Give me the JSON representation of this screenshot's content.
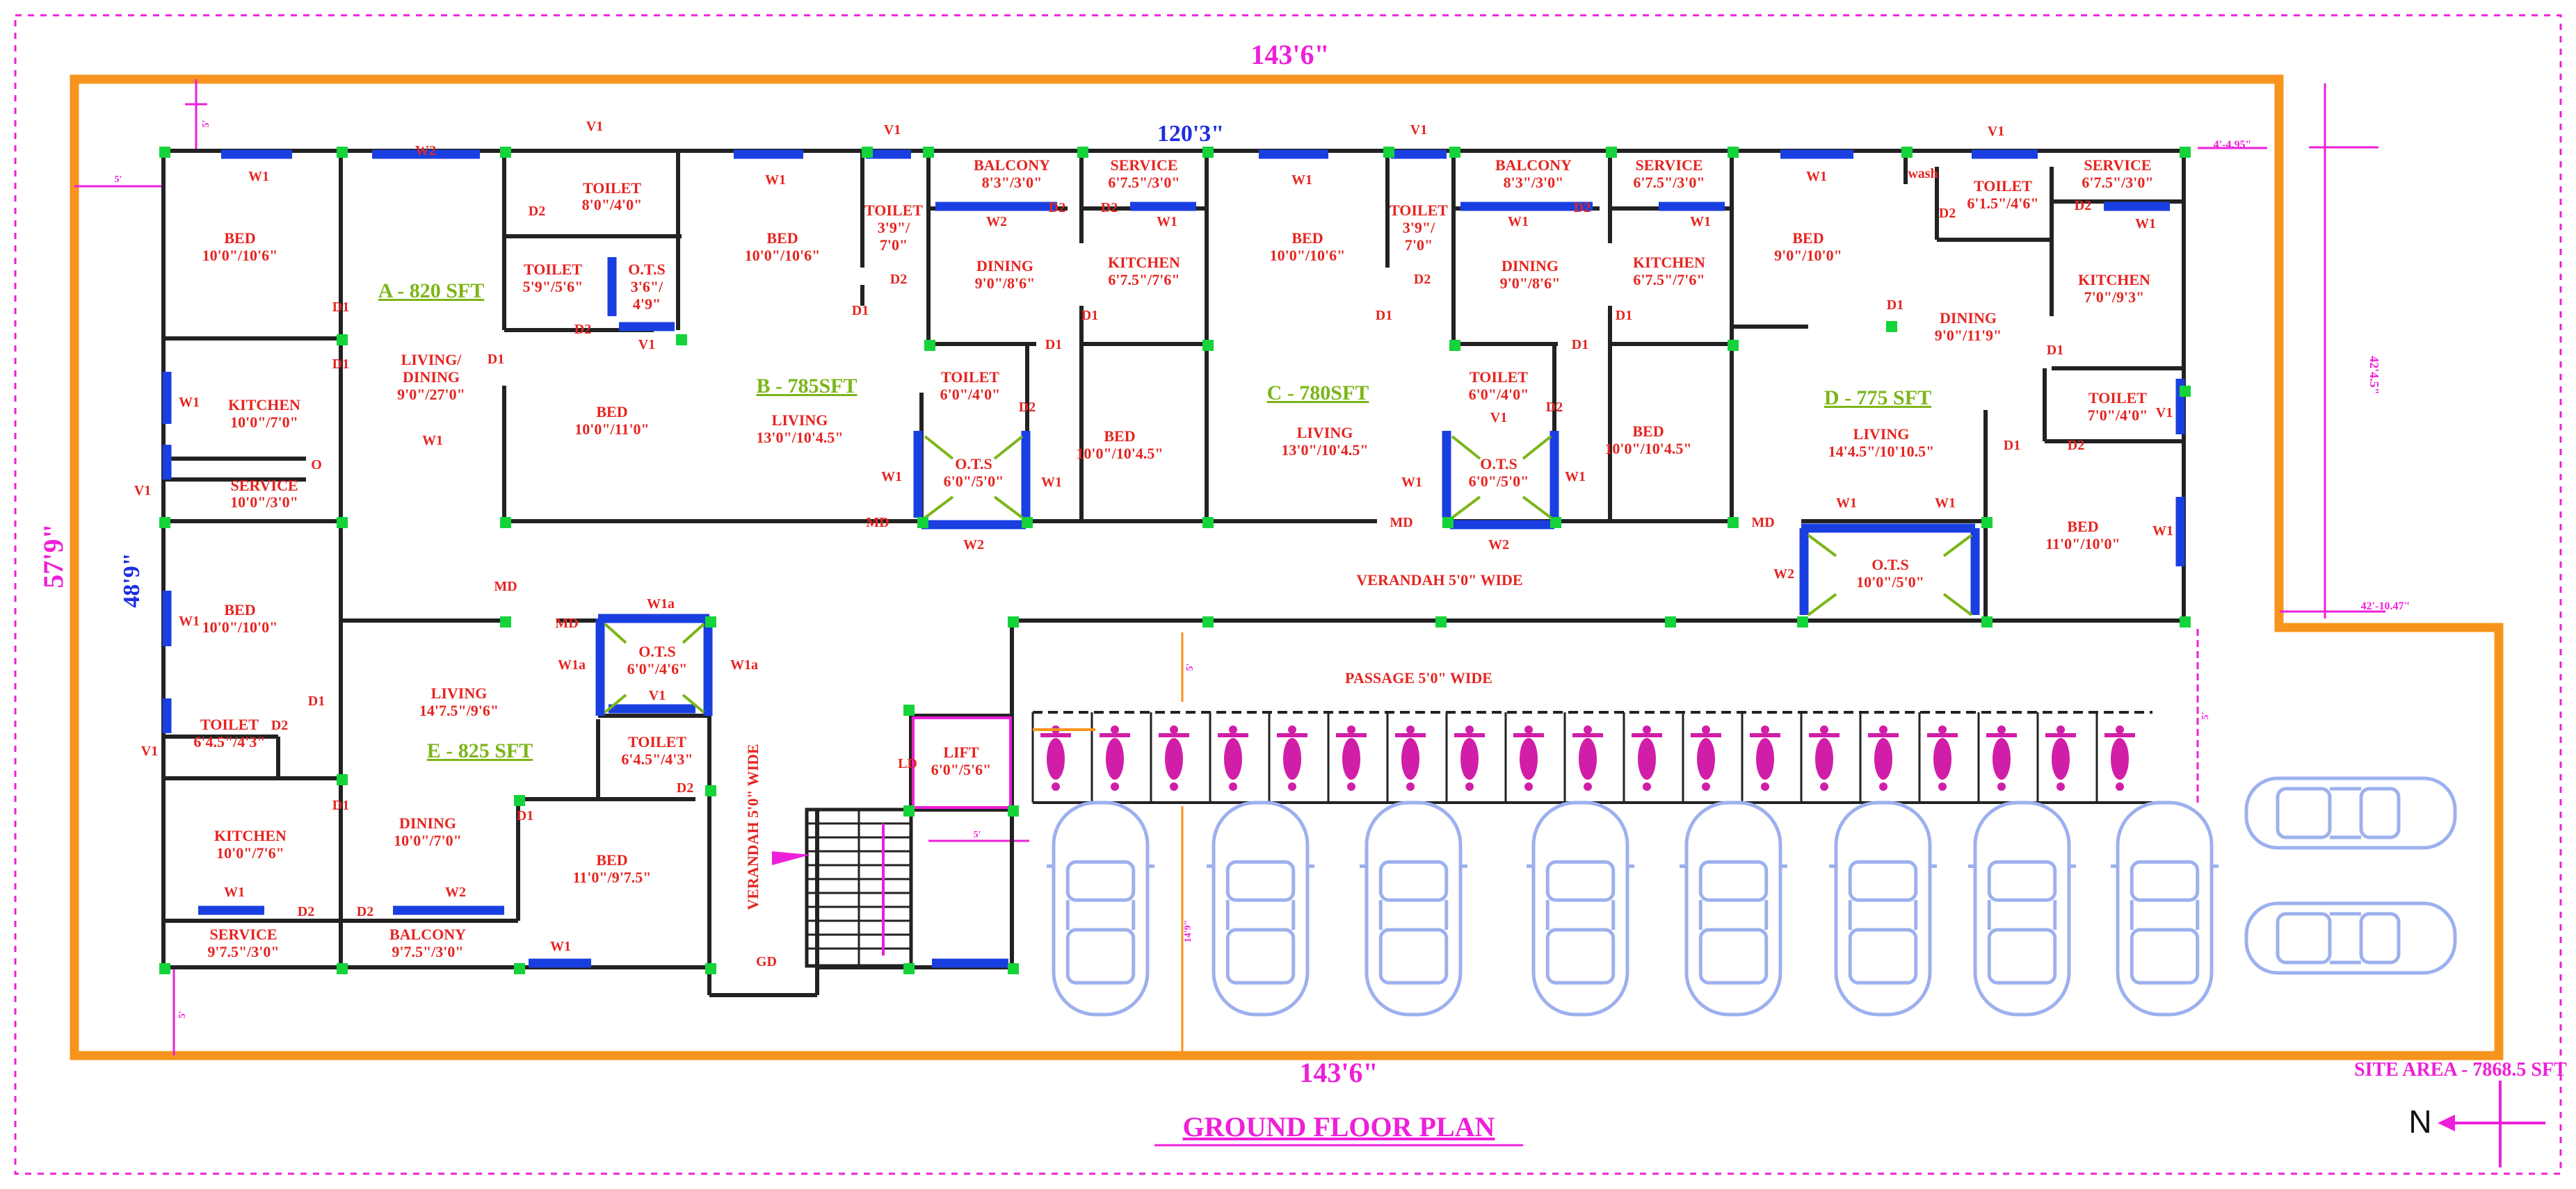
{
  "title": "GROUND  FLOOR PLAN",
  "site_area": "SITE AREA  - 7868.5 SFT",
  "north": "N",
  "dims": {
    "top": "143'6\"",
    "bottom": "143'6\"",
    "inner_top": "120'3\"",
    "left_outer": "57'9\"",
    "left_inner": "48'9\"",
    "right_setback": "42'4.5\"",
    "right_small_a": "4'-4.95\"",
    "right_small_b": "42'-10.47\"",
    "left_gap": "5'",
    "top_gap": "5'",
    "bottom_gap": "5'",
    "passage_gap": "5'",
    "stair_gap": "5'",
    "parking_depth": "14'9\"",
    "car_gap": "5'",
    "right_gap": "5'"
  },
  "units": [
    {
      "name": "A - 820 SFT"
    },
    {
      "name": "B - 785SFT"
    },
    {
      "name": "C - 780SFT"
    },
    {
      "name": "D - 775 SFT"
    },
    {
      "name": "E - 825 SFT"
    }
  ],
  "rooms": [
    {
      "name": "BED",
      "size": "10'0\"/10'6\""
    },
    {
      "name": "TOILET",
      "size": "8'0\"/4'0\""
    },
    {
      "name": "TOILET",
      "size": "5'9\"/5'6\""
    },
    {
      "name": "O.T.S",
      "size": "3'6\"/",
      "size2": "4'9\""
    },
    {
      "name": "LIVING/",
      "size": "DINING",
      "size2": "9'0\"/27'0\""
    },
    {
      "name": "KITCHEN",
      "size": "10'0\"/7'0\""
    },
    {
      "name": "SERVICE",
      "size": "10'0\"/3'0\""
    },
    {
      "name": "BED",
      "size": "10'0\"/11'0\""
    },
    {
      "name": "BED",
      "size": "10'0\"/10'6\""
    },
    {
      "name": "TOILET",
      "size": "3'9\"/",
      "size2": "7'0\""
    },
    {
      "name": "BALCONY",
      "size": "8'3\"/3'0\""
    },
    {
      "name": "DINING",
      "size": "9'0\"/8'6\""
    },
    {
      "name": "LIVING",
      "size": "13'0\"/10'4.5\""
    },
    {
      "name": "TOILET",
      "size": "6'0\"/4'0\""
    },
    {
      "name": "O.T.S",
      "size": "6'0\"/5'0\""
    },
    {
      "name": "BED",
      "size": "10'0\"/10'4.5\""
    },
    {
      "name": "SERVICE",
      "size": "6'7.5\"/3'0\""
    },
    {
      "name": "KITCHEN",
      "size": "6'7.5\"/7'6\""
    },
    {
      "name": "BED",
      "size": "10'0\"/10'6\""
    },
    {
      "name": "TOILET",
      "size": "3'9\"/",
      "size2": "7'0\""
    },
    {
      "name": "BALCONY",
      "size": "8'3\"/3'0\""
    },
    {
      "name": "DINING",
      "size": "9'0\"/8'6\""
    },
    {
      "name": "LIVING",
      "size": "13'0\"/10'4.5\""
    },
    {
      "name": "TOILET",
      "size": "6'0\"/4'0\""
    },
    {
      "name": "O.T.S",
      "size": "6'0\"/5'0\""
    },
    {
      "name": "BED",
      "size": "10'0\"/10'4.5\""
    },
    {
      "name": "SERVICE",
      "size": "6'7.5\"/3'0\""
    },
    {
      "name": "KITCHEN",
      "size": "6'7.5\"/7'6\""
    },
    {
      "name": "BED",
      "size": "9'0\"/10'0\""
    },
    {
      "name": "TOILET",
      "size": "6'1.5\"/4'6\""
    },
    {
      "name": "SERVICE",
      "size": "6'7.5\"/3'0\""
    },
    {
      "name": "KITCHEN",
      "size": "7'0\"/9'3\""
    },
    {
      "name": "DINING",
      "size": "9'0\"/11'9\""
    },
    {
      "name": "LIVING",
      "size": "14'4.5\"/10'10.5\""
    },
    {
      "name": "TOILET",
      "size": "7'0\"/4'0\""
    },
    {
      "name": "BED",
      "size": "11'0\"/10'0\""
    },
    {
      "name": "O.T.S",
      "size": "10'0\"/5'0\""
    },
    {
      "name": "BED",
      "size": "10'0\"/10'0\""
    },
    {
      "name": "TOILET",
      "size": "6'4.5\"/4'3\""
    },
    {
      "name": "KITCHEN",
      "size": "10'0\"/7'6\""
    },
    {
      "name": "SERVICE",
      "size": "9'7.5\"/3'0\""
    },
    {
      "name": "LIVING",
      "size": "14'7.5\"/9'6\""
    },
    {
      "name": "DINING",
      "size": "10'0\"/7'0\""
    },
    {
      "name": "BALCONY",
      "size": "9'7.5\"/3'0\""
    },
    {
      "name": "O.T.S",
      "size": "6'0\"/4'6\""
    },
    {
      "name": "TOILET",
      "size": "6'4.5\"/4'3\""
    },
    {
      "name": "BED",
      "size": "11'0\"/9'7.5\""
    },
    {
      "name": "LIFT",
      "size": "6'0\"/5'6\""
    }
  ],
  "common": {
    "verandah_top": "VERANDAH  5'0\"   WIDE",
    "passage": "PASSAGE  5'0\"   WIDE",
    "verandah_side": "VERANDAH  5'0\"   WIDE"
  },
  "tags": {
    "W1": "W1",
    "W2": "W2",
    "W1a": "W1a",
    "V1": "V1",
    "D1": "D1",
    "D2": "D2",
    "MD": "MD",
    "LD": "LD",
    "GD": "GD",
    "O": "O",
    "wash": "wash"
  },
  "colors": {
    "boundary": "#f7941d",
    "wall": "#222222",
    "window": "#1a3fe0",
    "column": "#15d33a",
    "room_text": "#e52420",
    "unit_text": "#7cb518",
    "dimension": "#ee1fd9",
    "car": "#9db0ee"
  }
}
